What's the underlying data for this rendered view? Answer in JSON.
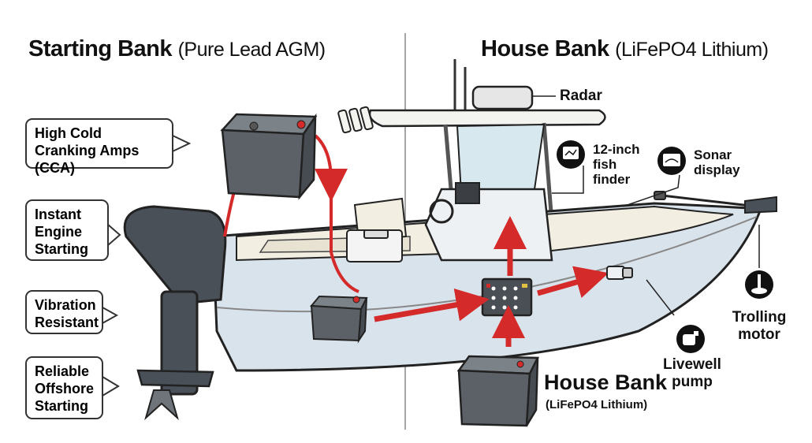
{
  "left_panel": {
    "title": "Starting Bank",
    "subtitle": "(Pure Lead AGM)",
    "callouts": [
      "High Cold Cranking Amps (CCA)",
      "Instant Engine Starting",
      "Vibration Resistant",
      "Reliable Offshore Starting"
    ]
  },
  "right_panel": {
    "title": "House Bank",
    "subtitle": "(LiFePO4 Lithium)",
    "labels": {
      "radar": "Radar",
      "fish_finder": "12-inch fish finder",
      "sonar": "Sonar display",
      "trolling": "Trolling motor",
      "livewell": "Livewell pump"
    },
    "house_bank_label": "House Bank",
    "house_bank_sub": "(LiFePO4 Lithium)"
  },
  "colors": {
    "arrow_red": "#d42a2a",
    "hull": "#d9e3ec",
    "outline": "#222222",
    "battery": "#5b6167",
    "engine": "#4a5058"
  },
  "icons": [
    "fish-finder-icon",
    "sonar-icon",
    "trolling-motor-icon",
    "livewell-pump-icon"
  ]
}
